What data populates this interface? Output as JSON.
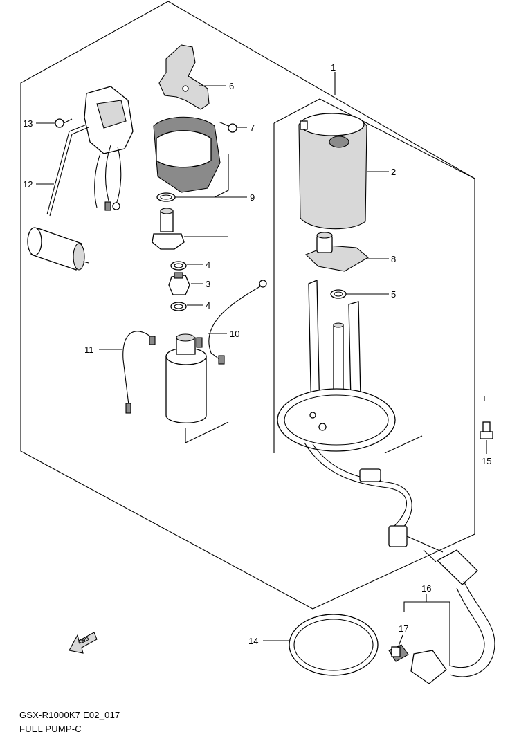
{
  "caption": {
    "model_code": "GSX-R1000K7 E02_017",
    "diagram_title": "FUEL PUMP-C"
  },
  "fwd_symbol": {
    "text": "FWD",
    "icon": "forward-arrow-icon"
  },
  "callouts": [
    {
      "id": "1",
      "text": "1"
    },
    {
      "id": "2",
      "text": "2"
    },
    {
      "id": "3",
      "text": "3"
    },
    {
      "id": "4a",
      "text": "4"
    },
    {
      "id": "4b",
      "text": "4"
    },
    {
      "id": "5",
      "text": "5"
    },
    {
      "id": "6",
      "text": "6"
    },
    {
      "id": "7",
      "text": "7"
    },
    {
      "id": "8",
      "text": "8"
    },
    {
      "id": "9",
      "text": "9"
    },
    {
      "id": "10",
      "text": "10"
    },
    {
      "id": "11",
      "text": "11"
    },
    {
      "id": "12",
      "text": "12"
    },
    {
      "id": "13",
      "text": "13"
    },
    {
      "id": "14",
      "text": "14"
    },
    {
      "id": "15",
      "text": "15"
    },
    {
      "id": "16",
      "text": "16"
    },
    {
      "id": "17",
      "text": "17"
    }
  ]
}
